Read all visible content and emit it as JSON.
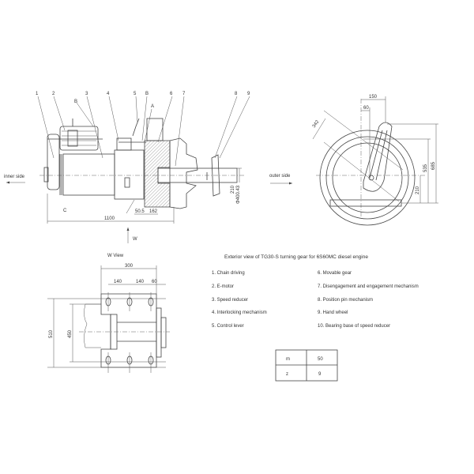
{
  "title": "Exterior view of TG30-S turning gear for 6S60MC diesel engine",
  "side_view": {
    "part_labels": [
      "1",
      "2",
      "3",
      "4",
      "5",
      "B",
      "A",
      "6",
      "7",
      "8",
      "9"
    ],
    "view_marker_b": "B",
    "section_c": "C",
    "inner_side": "inner side",
    "dim_total": "1100",
    "dim_a": "50.5",
    "dim_b": "162",
    "dim_shaft": "210",
    "dim_dia": "Φ400.43",
    "view_arrow": "W"
  },
  "end_view": {
    "outer_side": "outer side",
    "dim_150": "150",
    "dim_60": "60",
    "dim_342": "342",
    "dim_535": "535",
    "dim_685": "685",
    "dim_210": "210"
  },
  "w_view": {
    "title": "W View",
    "dim_300": "300",
    "dim_140a": "140",
    "dim_140b": "140",
    "dim_60": "60",
    "dim_510": "510",
    "dim_450": "450"
  },
  "legend": [
    "1. Chain driving",
    "2. E-motor",
    "3. Speed reducer",
    "4. Interlocking mechanism",
    "5. Control lever",
    "6. Movable gear",
    "7. Disengagement and engagement mechanism",
    "8. Position pin mechanism",
    "9. Hand wheel",
    "10. Bearing base of speed reducer"
  ],
  "params_table": [
    {
      "name": "m",
      "value": "50"
    },
    {
      "name": "z",
      "value": "9"
    }
  ]
}
